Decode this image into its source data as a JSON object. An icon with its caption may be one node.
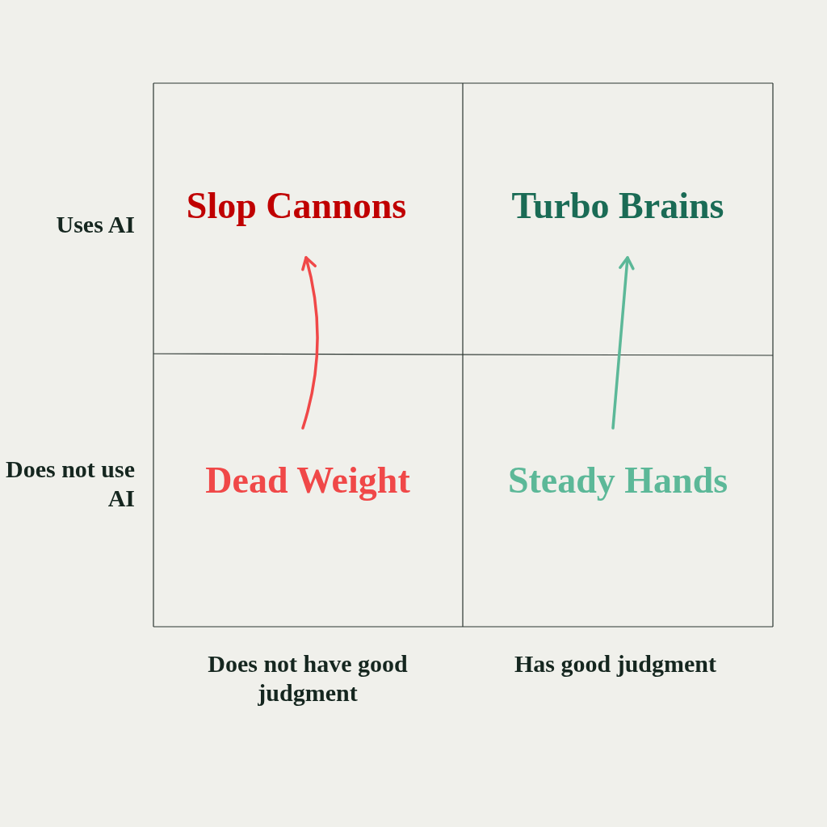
{
  "diagram": {
    "nodes": [
      {
        "text": [
          "Slop Cannons"
        ]
      },
      {
        "text": [
          "Turbo Brains"
        ]
      },
      {
        "text": [
          "Dead Weight"
        ]
      },
      {
        "text": [
          "Steady Hands"
        ]
      }
    ],
    "edges": [
      {
        "from": 2,
        "to": 0,
        "arrow": "to",
        "color": "#f04848"
      },
      {
        "from": 3,
        "to": 1,
        "arrow": "to",
        "color": "#5cb898"
      }
    ],
    "labels": [
      "Uses AI",
      "Does not use AI",
      "Does not have good judgment",
      "Has good judgment"
    ]
  }
}
